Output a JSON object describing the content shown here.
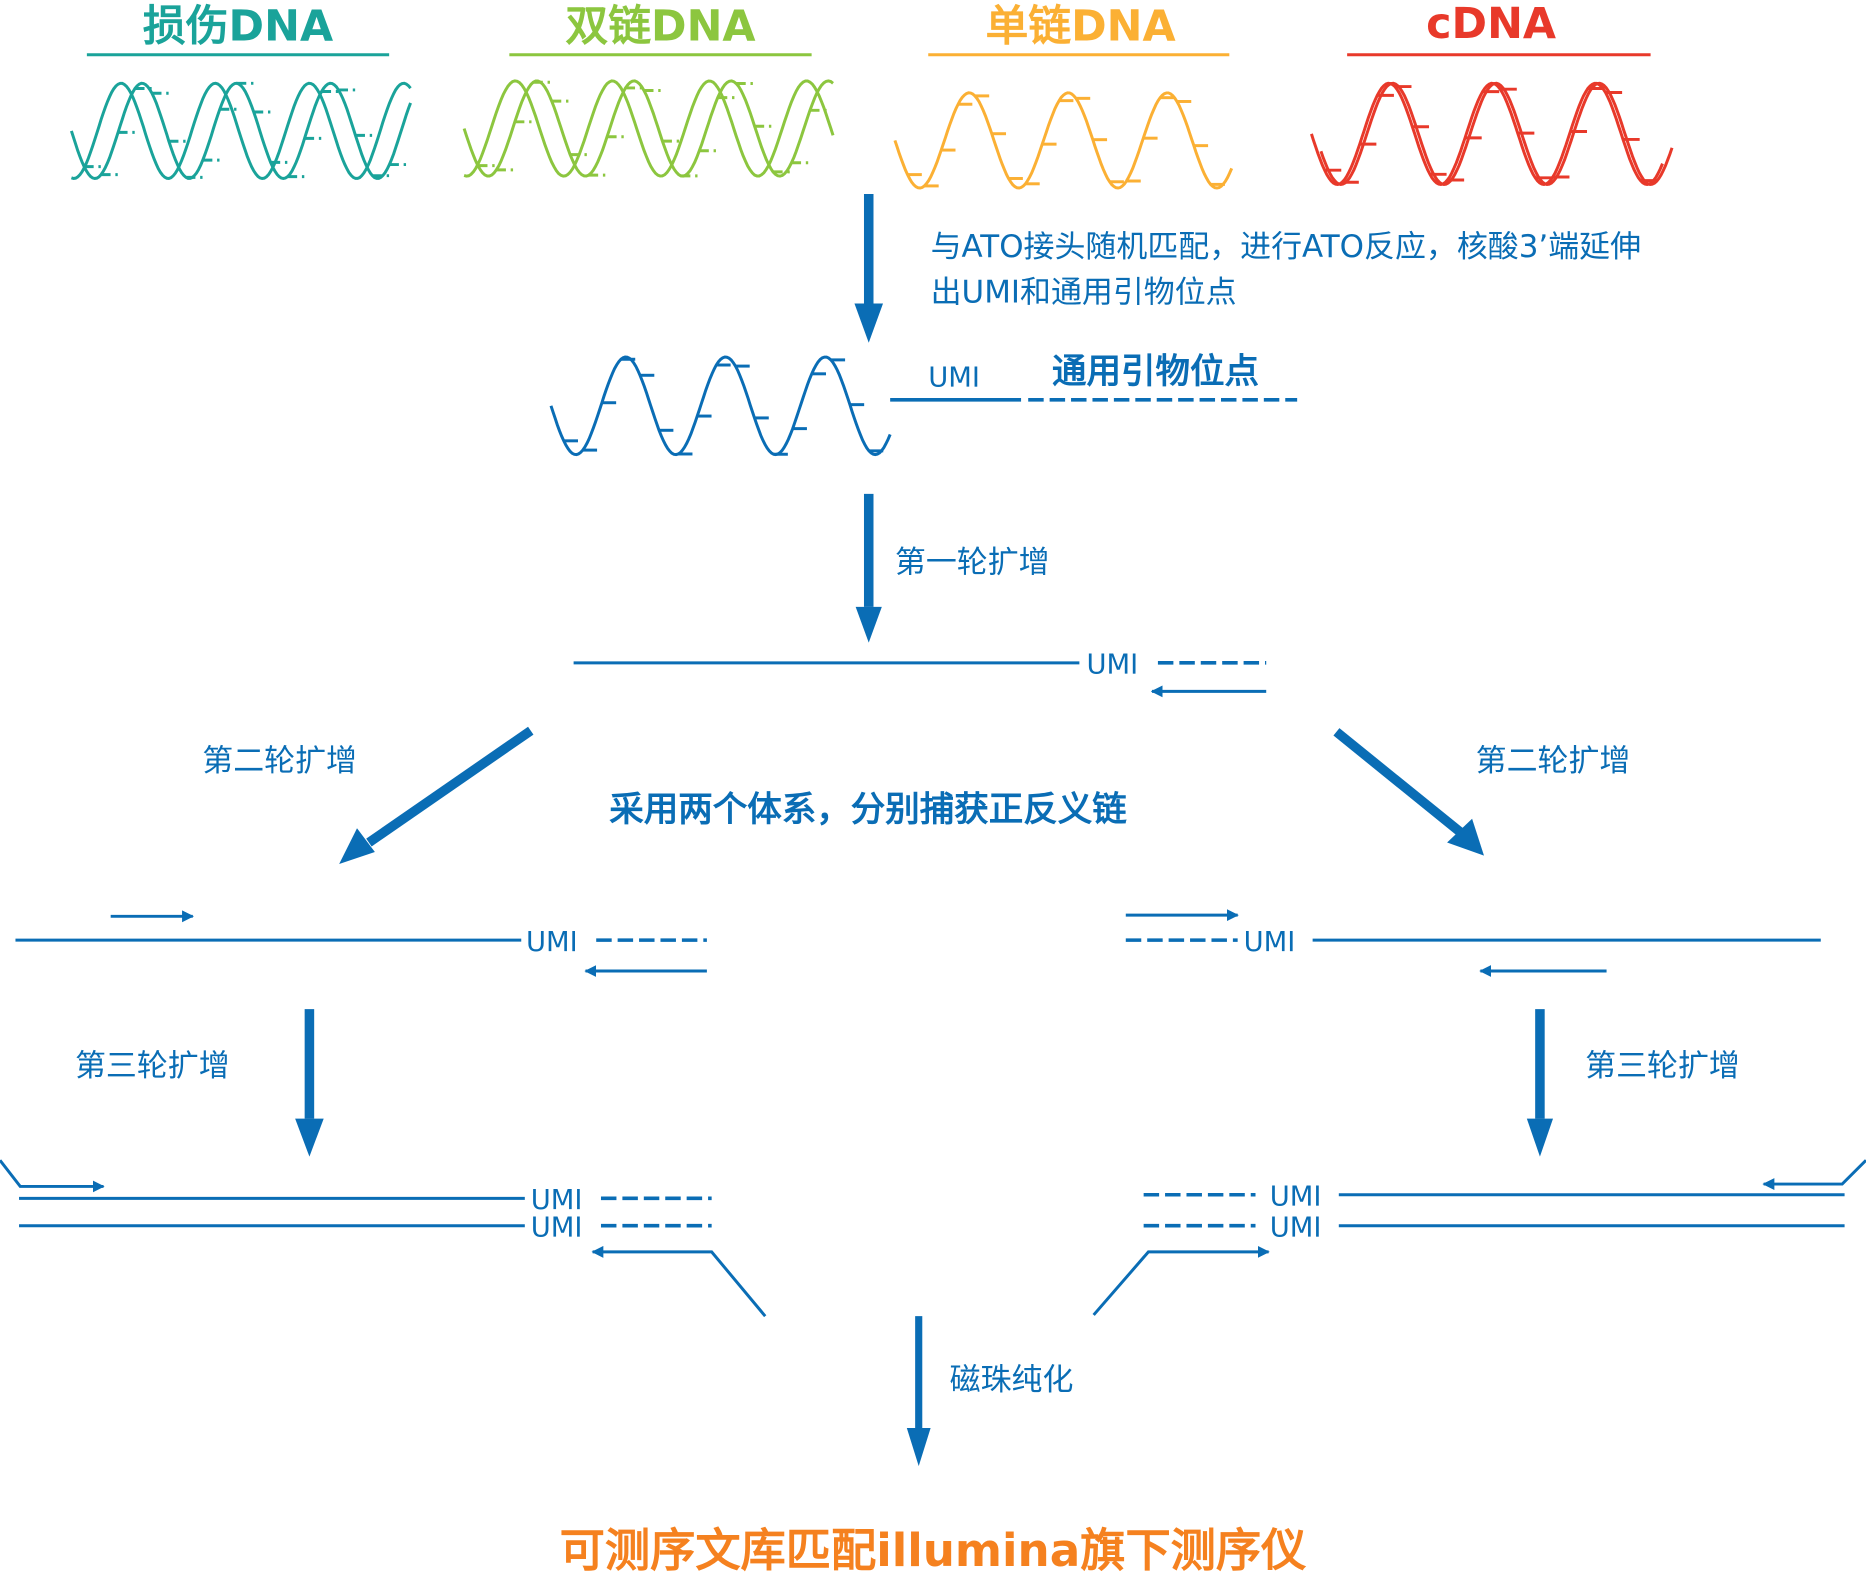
{
  "colors": {
    "damaged": "#1aa39a",
    "double": "#8cc63f",
    "single": "#fbb034",
    "cdna": "#e8392a",
    "process": "#0a6db5",
    "final": "#f5811f"
  },
  "inputs": [
    {
      "label": "损伤DNA",
      "type": "damaged"
    },
    {
      "label": "双链DNA",
      "type": "double"
    },
    {
      "label": "单链DNA",
      "type": "single"
    },
    {
      "label": "cDNA",
      "type": "cdna"
    }
  ],
  "step1": {
    "line1": "与ATO接头随机匹配，进行ATO反应，核酸3’端延伸",
    "line2": "出UMI和通用引物位点"
  },
  "adapter": {
    "umi_label": "UMI",
    "primer_site_label": "通用引物位点"
  },
  "round1": {
    "label": "第一轮扩增",
    "umi": "UMI"
  },
  "round2": {
    "left_label": "第二轮扩增",
    "right_label": "第二轮扩增",
    "center_note": "采用两个体系，分别捕获正反义链",
    "umi": "UMI"
  },
  "round3": {
    "left_label": "第三轮扩增",
    "right_label": "第三轮扩增",
    "umi": "UMI"
  },
  "purification": {
    "label": "磁珠纯化"
  },
  "result": {
    "label": "可测序文库匹配illumina旗下测序仪"
  }
}
